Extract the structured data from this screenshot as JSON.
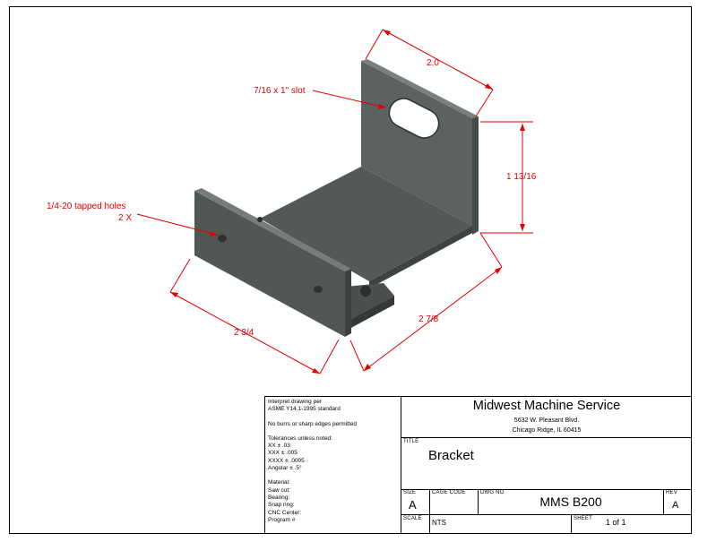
{
  "drawing": {
    "dimensions": {
      "slot": "7/16 x 1\" slot",
      "width": "2.0",
      "height": "1 13/16",
      "tapped_holes_line1": "1/4-20 tapped holes",
      "tapped_holes_line2": "2 X",
      "depth": "2 7/8",
      "length": "2 3/4"
    }
  },
  "title_block": {
    "notes": {
      "line1": "Interpret drawing per",
      "line2": "ASME Y14.1-1995 standard",
      "line3": "No burrs or sharp edges permitted",
      "tolerances_heading": "Tolerances unless noted:",
      "tol_xx": "XX ± .03",
      "tol_xxx": "XXX ± .005",
      "tol_xxxx": "XXXX ± .0005",
      "tol_angular": "Angular ± .5°",
      "material": "Material:",
      "saw_cut": "Saw cut:",
      "bearing": "Bearing:",
      "snap_ring": "Snap ring:",
      "cnc_center": "CNC Center:",
      "program": "Program #"
    },
    "company": {
      "name": "Midwest Machine Service",
      "address1": "5632 W. Pleasant Blvd.",
      "address2": "Chicago Ridge, IL 60415"
    },
    "title_label": "TITLE",
    "title": "Bracket",
    "size_label": "SIZE",
    "size": "A",
    "cage_code_label": "CAGE CODE",
    "dwg_no_label": "DWG NO",
    "dwg_no": "MMS B200",
    "rev_label": "REV",
    "rev": "A",
    "scale_label": "SCALE",
    "scale": "NTS",
    "sheet_label": "SHEET",
    "sheet": "1 of 1"
  }
}
